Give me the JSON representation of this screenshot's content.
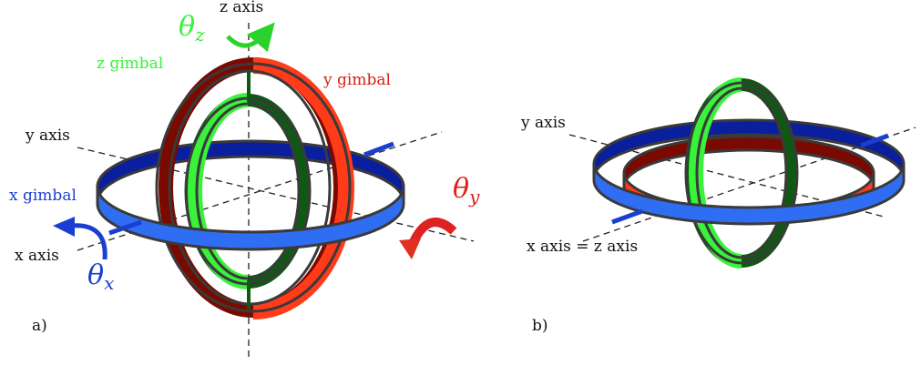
{
  "panel_a": {
    "label": "a)",
    "z_axis": "z axis",
    "y_axis": "y axis",
    "x_axis": "x axis",
    "z_gimbal": "z gimbal",
    "y_gimbal": "y gimbal",
    "x_gimbal": "x gimbal",
    "theta_z": {
      "symbol": "θ",
      "sub": "z"
    },
    "theta_y": {
      "symbol": "θ",
      "sub": "y"
    },
    "theta_x": {
      "symbol": "θ",
      "sub": "x"
    }
  },
  "panel_b": {
    "label": "b)",
    "y_axis": "y axis",
    "xz_axis": "x axis = z axis"
  },
  "colors": {
    "x_gimbal": "#2f6ef2",
    "x_gimbal_dark": "#0a1f9e",
    "y_gimbal": "#ff3b1a",
    "y_gimbal_dark": "#7a0a00",
    "z_gimbal": "#39f23a",
    "z_gimbal_dark": "#0d5a12",
    "rim": "#3a3a3a"
  }
}
